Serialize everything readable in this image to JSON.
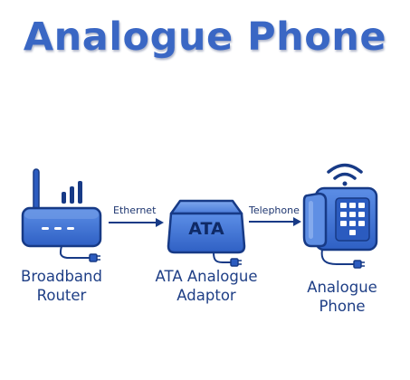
{
  "title": "Analogue Phone",
  "colors": {
    "title": "#3a67c4",
    "device_fill": "#3f74d6",
    "device_light": "#6d9ae8",
    "device_outline": "#173a86",
    "arrow": "#173a86",
    "label_text": "#1f3f86"
  },
  "nodes": {
    "router": {
      "icon": "broadband-router-icon",
      "label_line1": "Broadband",
      "label_line2": "Router"
    },
    "ata": {
      "icon": "ata-adaptor-icon",
      "device_text": "ATA",
      "label_line1": "ATA Analogue",
      "label_line2": "Adaptor"
    },
    "phone": {
      "icon": "desk-phone-icon",
      "label_line1": "Analogue",
      "label_line2": "Phone"
    }
  },
  "edges": {
    "ethernet": "Ethernet",
    "telephone": "Telephone"
  }
}
